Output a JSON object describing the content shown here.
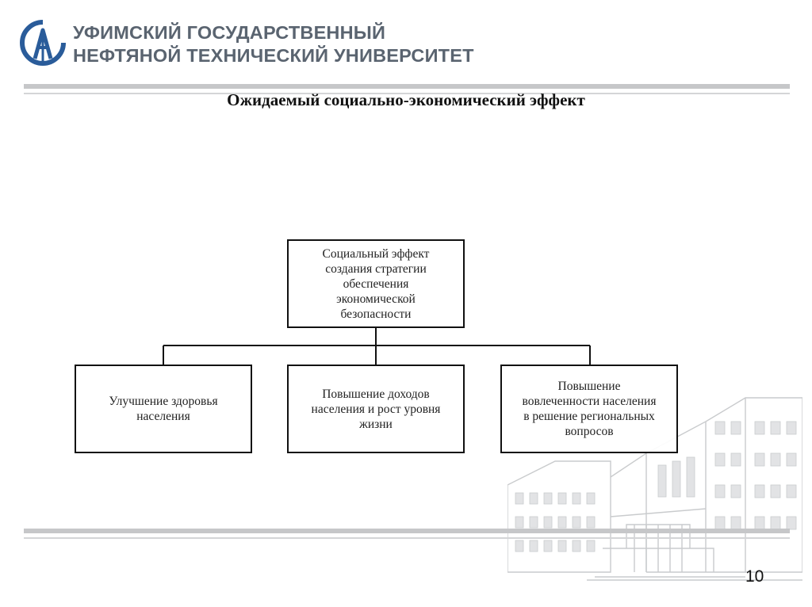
{
  "header": {
    "university_line1": "УФИМСКИЙ ГОСУДАРСТВЕННЫЙ",
    "university_line2": "НЕФТЯНОЙ ТЕХНИЧЕСКИЙ УНИВЕРСИТЕТ",
    "logo_icon": "ugntu-emblem-icon"
  },
  "slide": {
    "title": "Ожидаемый социально-экономический эффект",
    "page_number": "10"
  },
  "diagram": {
    "root": {
      "lines": [
        "Социальный эффект",
        "создания стратегии",
        "обеспечения",
        "экономической",
        "безопасности"
      ]
    },
    "children": [
      {
        "lines": [
          "Улучшение здоровья",
          "населения"
        ]
      },
      {
        "lines": [
          "Повышение доходов",
          "населения и рост уровня",
          "жизни"
        ]
      },
      {
        "lines": [
          "Повышение",
          "вовлеченности населения",
          "в решение региональных",
          "вопросов"
        ]
      }
    ]
  },
  "colors": {
    "brand_text": "#5a6470",
    "logo_blue": "#2a5c9a",
    "rule_gray": "#c6c7c9",
    "box_border": "#111111"
  },
  "decor": {
    "background_icon": "university-building-sketch-icon"
  }
}
